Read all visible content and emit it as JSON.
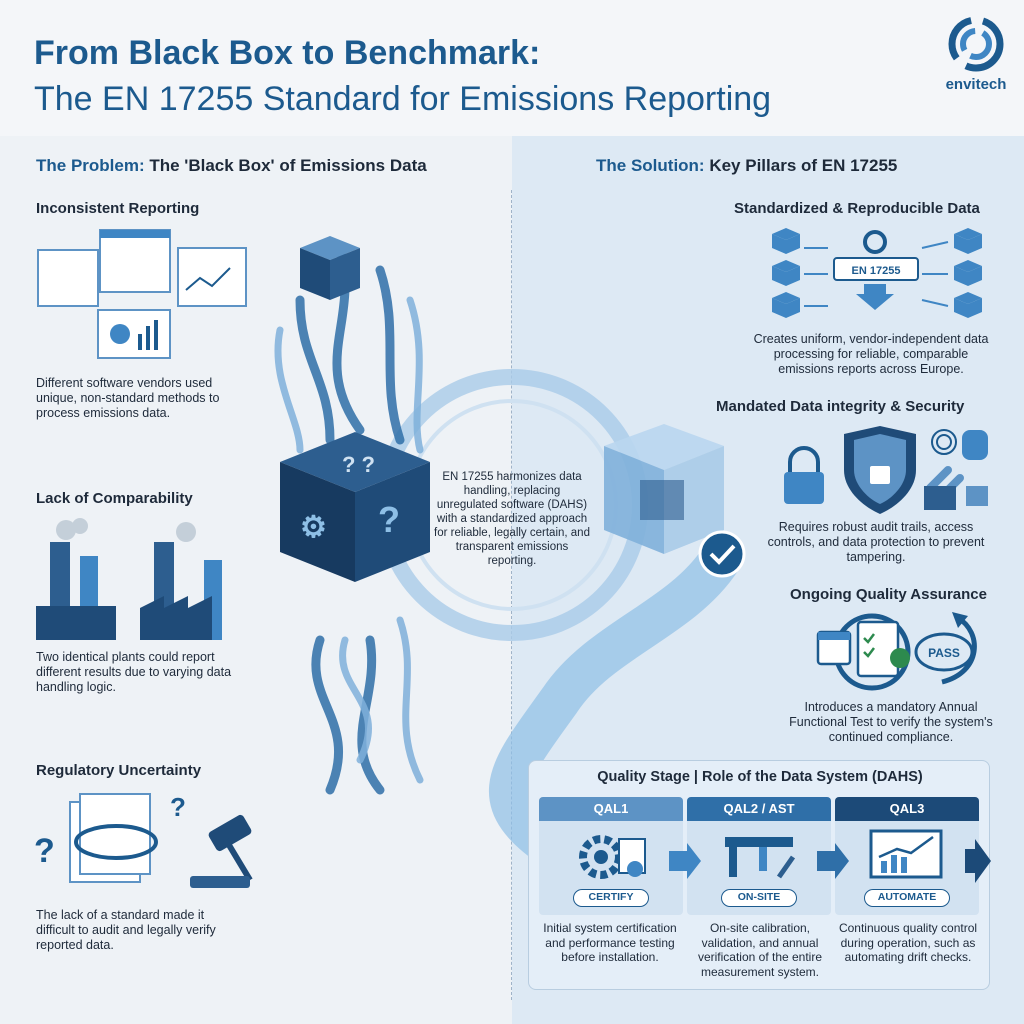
{
  "header": {
    "title_line1": "From Black Box to Benchmark:",
    "title_line2": "The EN 17255 Standard for Emissions Reporting",
    "logo_text": "envitech"
  },
  "problem": {
    "heading_keyword": "The Problem:",
    "heading_rest": "The 'Black Box' of Emissions Data",
    "items": [
      {
        "title": "Inconsistent Reporting",
        "text": "Different software vendors used unique, non-standard methods to process emissions data."
      },
      {
        "title": "Lack of Comparability",
        "text": "Two identical plants could report different results due to varying data handling logic."
      },
      {
        "title": "Regulatory Uncertainty",
        "text": "The lack of a standard made it difficult to audit and legally verify reported data."
      }
    ]
  },
  "center": {
    "text": "EN 17255 harmonizes data handling, replacing unregulated software (DAHS) with a standardized approach for reliable, legally certain, and transparent emissions reporting."
  },
  "solution": {
    "heading_keyword": "The Solution:",
    "heading_rest": "Key Pillars of EN 17255",
    "pillars": [
      {
        "title": "Standardized & Reproducible Data",
        "badge": "EN 17255",
        "text": "Creates uniform, vendor-independent data processing for reliable, comparable emissions reports across Europe."
      },
      {
        "title": "Mandated Data integrity & Security",
        "text": "Requires robust audit trails, access controls, and data protection to prevent tampering."
      },
      {
        "title": "Ongoing Quality Assurance",
        "stamp": "PASS",
        "text": "Introduces a mandatory Annual Functional Test to verify the system's continued compliance."
      }
    ]
  },
  "quality": {
    "title": "Quality Stage | Role of the Data System (DAHS)",
    "stages": [
      {
        "name": "QAL1",
        "badge": "CERTIFY",
        "text": "Initial system certification and performance testing before installation."
      },
      {
        "name": "QAL2 / AST",
        "badge": "ON-SITE",
        "text": "On-site calibration, validation, and annual verification of the entire measurement system."
      },
      {
        "name": "QAL3",
        "badge": "AUTOMATE",
        "text": "Continuous quality control during operation, such as automating drift checks."
      }
    ]
  },
  "colors": {
    "primary": "#1c5a8e",
    "accent": "#3f86c4",
    "light": "#a9cbe8",
    "dark_cube": "#173a60"
  },
  "icons": {
    "logo": "envitech-swirl-icon",
    "black_box": "question-cube-icon",
    "certified_cube": "check-cube-icon",
    "lock": "padlock-icon",
    "shield": "shield-lock-icon",
    "fingerprint": "fingerprint-icon",
    "gavel": "gavel-icon"
  }
}
